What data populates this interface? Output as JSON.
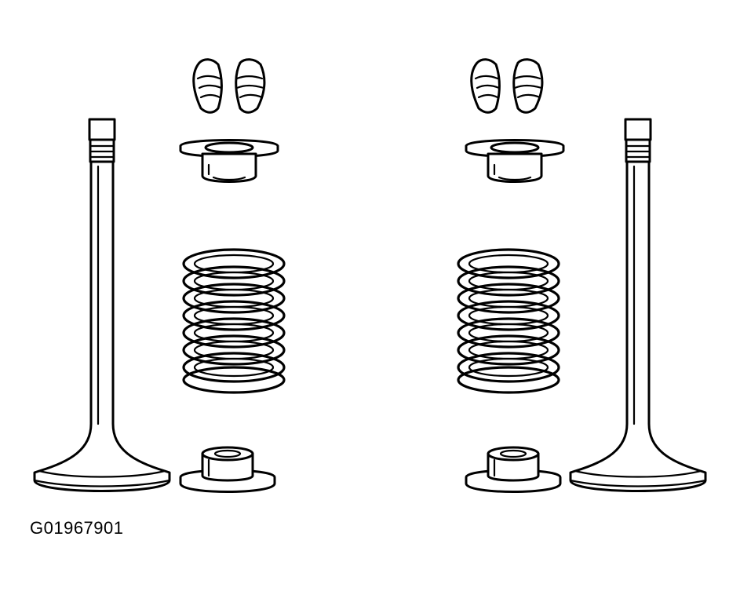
{
  "figure_id": "G01967901",
  "colors": {
    "line": "#000000",
    "background": "#ffffff"
  },
  "assemblies": [
    {
      "side": "left",
      "parts": [
        "valve-keepers-icon",
        "valve-spring-retainer-icon",
        "valve-spring-icon",
        "valve-stem-seal-icon",
        "valve-icon"
      ]
    },
    {
      "side": "right",
      "parts": [
        "valve-keepers-icon",
        "valve-spring-retainer-icon",
        "valve-spring-icon",
        "valve-stem-seal-icon",
        "valve-icon"
      ]
    }
  ]
}
